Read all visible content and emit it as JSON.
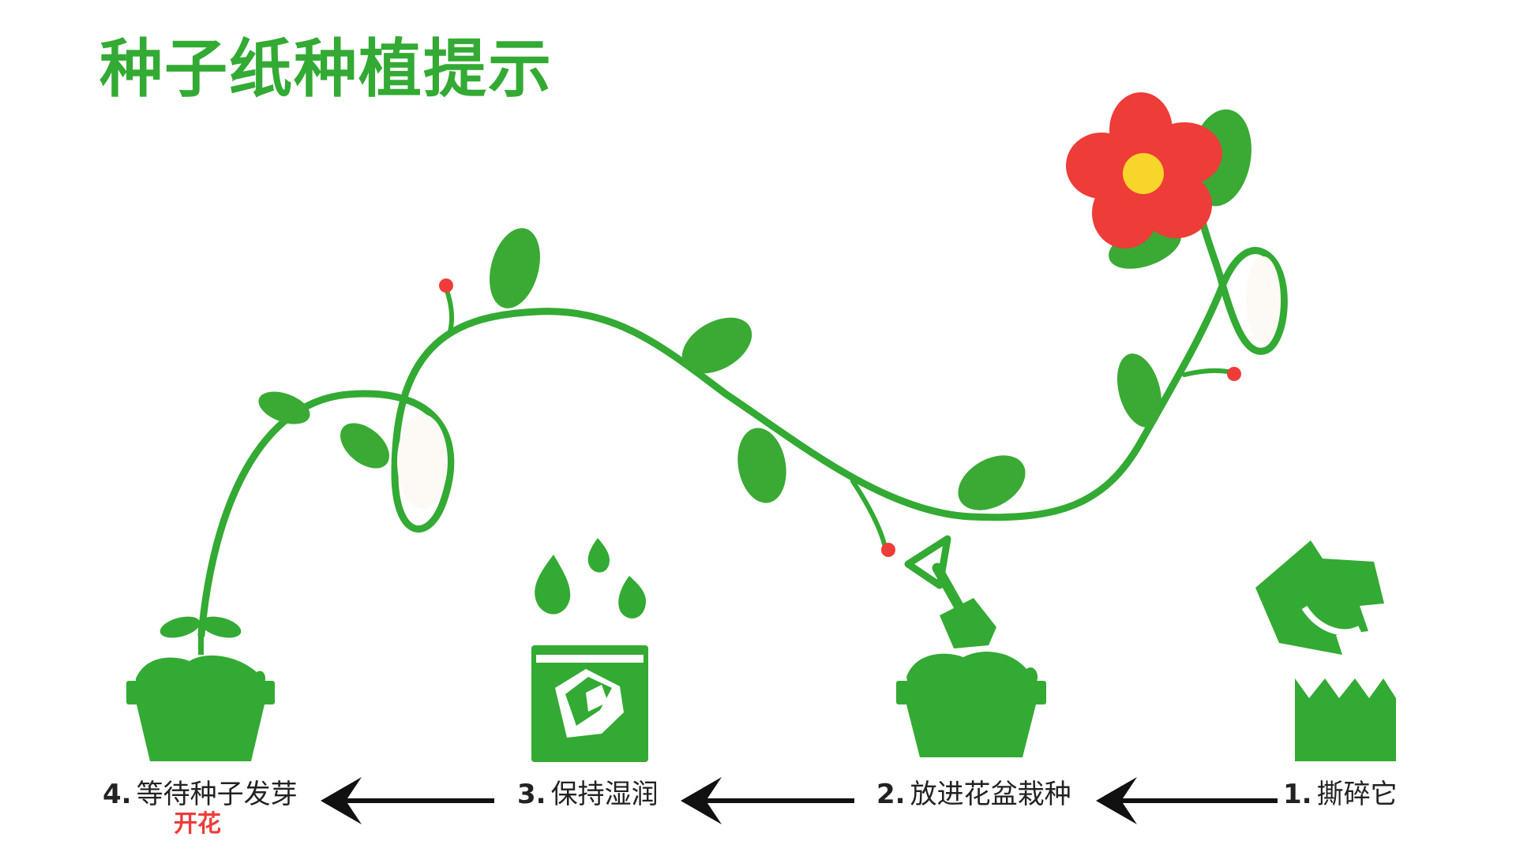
{
  "title": "种子纸种植提示",
  "steps": [
    {
      "number": "1.",
      "label": "撕碎它"
    },
    {
      "number": "2.",
      "label": "放进花盆栽种"
    },
    {
      "number": "3.",
      "label": "保持湿润"
    },
    {
      "number": "4.",
      "label": "等待种子发芽"
    }
  ],
  "final_note": "开花",
  "colors": {
    "green": "#33aa33",
    "leaf_green": "#3aaa35",
    "flower_red": "#ee3c38",
    "flower_center": "#f7d52a",
    "accent_red": "#ee3c38",
    "arrow": "#111111",
    "text": "#222222"
  },
  "icons": [
    "torn-paper-icon",
    "shovel-icon",
    "flower-pot-icon",
    "water-drops-icon",
    "wet-paper-icon",
    "sprout-pot-icon",
    "arrow-left-icon"
  ]
}
